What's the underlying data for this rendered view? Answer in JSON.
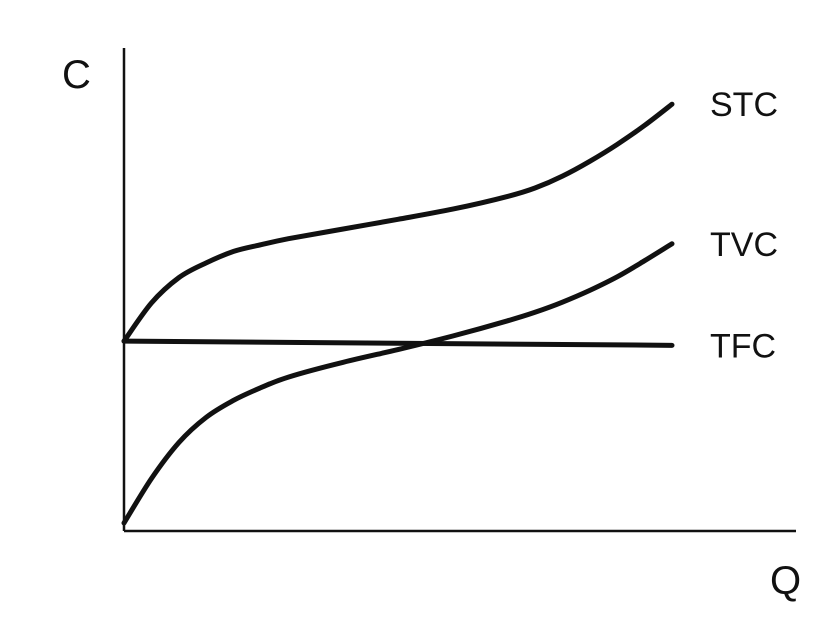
{
  "chart_data": {
    "type": "line",
    "title": "",
    "xlabel": "Q",
    "ylabel": "C",
    "xlim": [
      0,
      10
    ],
    "ylim": [
      0,
      10
    ],
    "grid": false,
    "axis_ticks": false,
    "legend": "none",
    "label_placement": "end-of-line",
    "series": [
      {
        "name": "STC",
        "color": "#111111",
        "x": [
          0,
          0.5,
          1,
          1.5,
          2,
          2.5,
          3,
          4,
          5,
          6,
          7,
          7.5,
          8,
          8.5,
          9,
          9.5,
          10
        ],
        "y": [
          4.3,
          5.2,
          5.8,
          6.15,
          6.42,
          6.58,
          6.72,
          6.95,
          7.18,
          7.42,
          7.72,
          7.92,
          8.2,
          8.55,
          8.95,
          9.4,
          9.9
        ]
      },
      {
        "name": "TVC",
        "color": "#111111",
        "x": [
          0,
          0.5,
          1,
          1.5,
          2,
          2.5,
          3,
          4,
          5,
          6,
          7,
          7.5,
          8,
          8.5,
          9,
          9.5,
          10
        ],
        "y": [
          0,
          1.05,
          1.9,
          2.5,
          2.9,
          3.2,
          3.45,
          3.8,
          4.1,
          4.42,
          4.78,
          4.98,
          5.22,
          5.5,
          5.82,
          6.2,
          6.6
        ]
      },
      {
        "name": "TFC",
        "color": "#111111",
        "x": [
          0,
          10
        ],
        "y": [
          4.3,
          4.2
        ]
      }
    ]
  }
}
